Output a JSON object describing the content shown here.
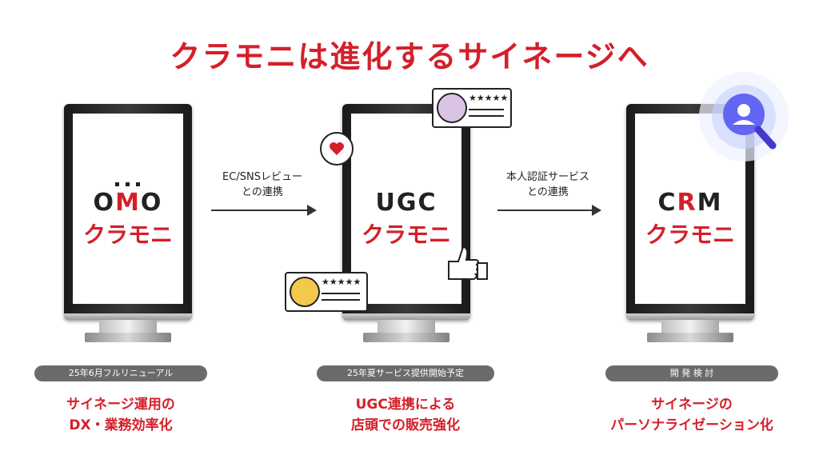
{
  "title": "クラモニは進化するサイネージへ",
  "kiosks": [
    {
      "logo_top_pre": "O",
      "logo_top_mid": "M",
      "logo_top_post": "O",
      "logo_bottom": "クラモニ",
      "pill": "25年6月フルリニューアル",
      "caption_line1": "サイネージ運用の",
      "caption_line2": "DX・業務効率化"
    },
    {
      "logo_top_pre": "UGC",
      "logo_top_mid": "",
      "logo_top_post": "",
      "logo_bottom": "クラモニ",
      "pill": "25年夏サービス提供開始予定",
      "caption_line1": "UGC連携による",
      "caption_line2": "店頭での販売強化"
    },
    {
      "logo_top_pre": "C",
      "logo_top_mid": "R",
      "logo_top_post": "M",
      "logo_bottom": "クラモニ",
      "pill": "開 発 検 討",
      "caption_line1": "サイネージの",
      "caption_line2": "パーソナライゼーション化"
    }
  ],
  "arrows": [
    {
      "line1": "EC/SNSレビュー",
      "line2": "との連携"
    },
    {
      "line1": "本人認証サービス",
      "line2": "との連携"
    }
  ],
  "icons": [
    "heart-icon",
    "star-rating-icon",
    "thumbs-up-icon",
    "person-avatar-icon",
    "magnifier-icon"
  ],
  "colors": {
    "accent": "#d41f2a",
    "pill": "#6b6b6b"
  }
}
